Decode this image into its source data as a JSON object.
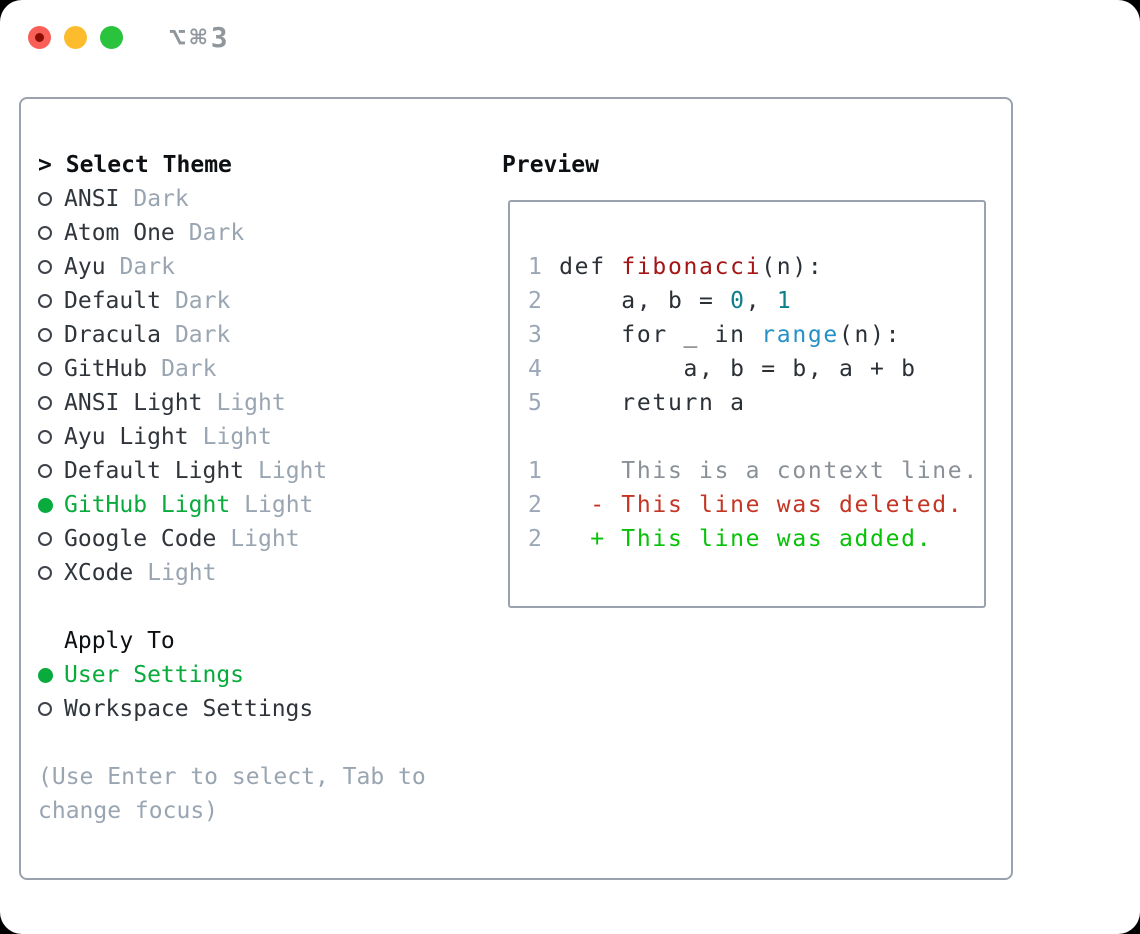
{
  "window": {
    "title": "⌥⌘3"
  },
  "picker": {
    "prompt_char": ">",
    "title": "Select Theme",
    "items": [
      {
        "name": "ANSI",
        "variant": "Dark",
        "selected": false
      },
      {
        "name": "Atom One",
        "variant": "Dark",
        "selected": false
      },
      {
        "name": "Ayu",
        "variant": "Dark",
        "selected": false
      },
      {
        "name": "Default",
        "variant": "Dark",
        "selected": false
      },
      {
        "name": "Dracula",
        "variant": "Dark",
        "selected": false
      },
      {
        "name": "GitHub",
        "variant": "Dark",
        "selected": false
      },
      {
        "name": "ANSI Light",
        "variant": "Light",
        "selected": false
      },
      {
        "name": "Ayu Light",
        "variant": "Light",
        "selected": false
      },
      {
        "name": "Default Light",
        "variant": "Light",
        "selected": false
      },
      {
        "name": "GitHub Light",
        "variant": "Light",
        "selected": true
      },
      {
        "name": "Google Code",
        "variant": "Light",
        "selected": false
      },
      {
        "name": "XCode",
        "variant": "Light",
        "selected": false
      }
    ],
    "apply_to": {
      "title": "Apply To",
      "options": [
        {
          "label": "User Settings",
          "selected": true
        },
        {
          "label": "Workspace Settings",
          "selected": false
        }
      ]
    },
    "help_lines": [
      "(Use Enter to select, Tab to",
      "change focus)"
    ]
  },
  "preview": {
    "title": "Preview",
    "lines": [
      {
        "num": "1",
        "segments": [
          {
            "text": " def ",
            "type": "plain"
          },
          {
            "text": "fibonacci",
            "type": "function"
          },
          {
            "text": "(n):",
            "type": "plain"
          }
        ]
      },
      {
        "num": "2",
        "segments": [
          {
            "text": "     a, b = ",
            "type": "plain"
          },
          {
            "text": "0",
            "type": "number"
          },
          {
            "text": ", ",
            "type": "plain"
          },
          {
            "text": "1",
            "type": "number"
          }
        ]
      },
      {
        "num": "3",
        "segments": [
          {
            "text": "     for _ in ",
            "type": "plain"
          },
          {
            "text": "range",
            "type": "call"
          },
          {
            "text": "(n):",
            "type": "plain"
          }
        ]
      },
      {
        "num": "4",
        "segments": [
          {
            "text": "         a, b = b, a + b",
            "type": "plain"
          }
        ]
      },
      {
        "num": "5",
        "segments": [
          {
            "text": "     return a",
            "type": "plain"
          }
        ]
      },
      {
        "num": "",
        "segments": []
      },
      {
        "num": "1",
        "segments": [
          {
            "text": "     This is a context line.",
            "type": "context"
          }
        ]
      },
      {
        "num": "2",
        "segments": [
          {
            "text": "   - This line was deleted.",
            "type": "deleted"
          }
        ]
      },
      {
        "num": "2",
        "segments": [
          {
            "text": "   + This line was added.",
            "type": "added"
          }
        ]
      }
    ]
  },
  "colors": {
    "selection_green": "#08ab3c",
    "added_green": "#06c206",
    "deleted_red": "#c43524",
    "function_red": "#a31615",
    "number_teal": "#0e7f88",
    "call_blue": "#2590c5",
    "panel_border": "#9aa3ad",
    "muted_gray": "#9aa5b2"
  }
}
